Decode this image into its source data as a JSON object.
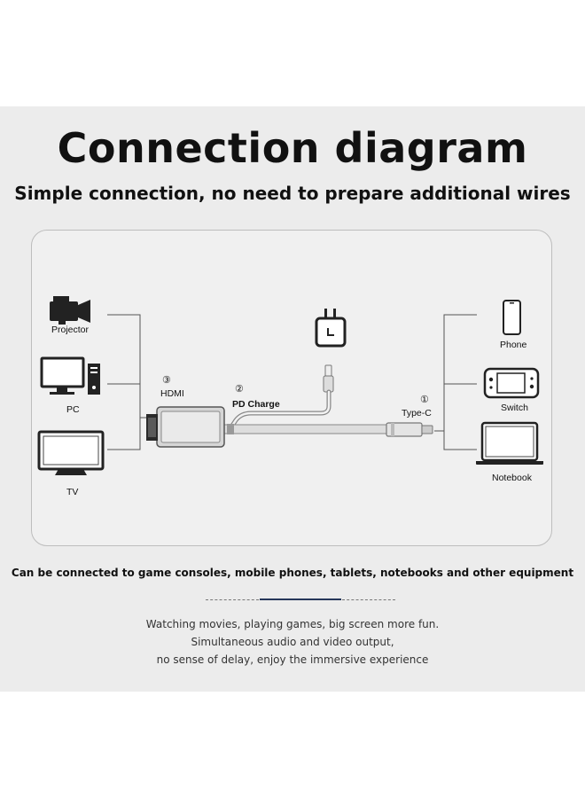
{
  "header": {
    "title": "Connection diagram",
    "subtitle": "Simple connection, no need to prepare additional wires"
  },
  "diagram": {
    "left_devices": [
      {
        "label": "Projector",
        "icon": "video-camera-icon"
      },
      {
        "label": "PC",
        "icon": "desktop-pc-icon"
      },
      {
        "label": "TV",
        "icon": "tv-icon"
      }
    ],
    "right_devices": [
      {
        "label": "Phone",
        "icon": "phone-icon"
      },
      {
        "label": "Switch",
        "icon": "game-console-icon"
      },
      {
        "label": "Notebook",
        "icon": "laptop-icon"
      }
    ],
    "ports": [
      {
        "number": "③",
        "label": "HDMI"
      },
      {
        "number": "②",
        "label": "PD Charge"
      },
      {
        "number": "①",
        "label": "Type-C"
      }
    ],
    "charger_icon": "power-adapter-icon",
    "cable_icon": "hdmi-adapter-cable-icon"
  },
  "footer": {
    "caption": "Can be connected to game consoles, mobile phones, tablets, notebooks and other equipment",
    "lines": [
      "Watching movies, playing games, big screen more fun.",
      "Simultaneous audio and video output,",
      "no sense of delay, enjoy the immersive experience"
    ]
  },
  "colors": {
    "panel": "#ececec",
    "card": "#f0f0f0",
    "accent": "#26375a"
  }
}
